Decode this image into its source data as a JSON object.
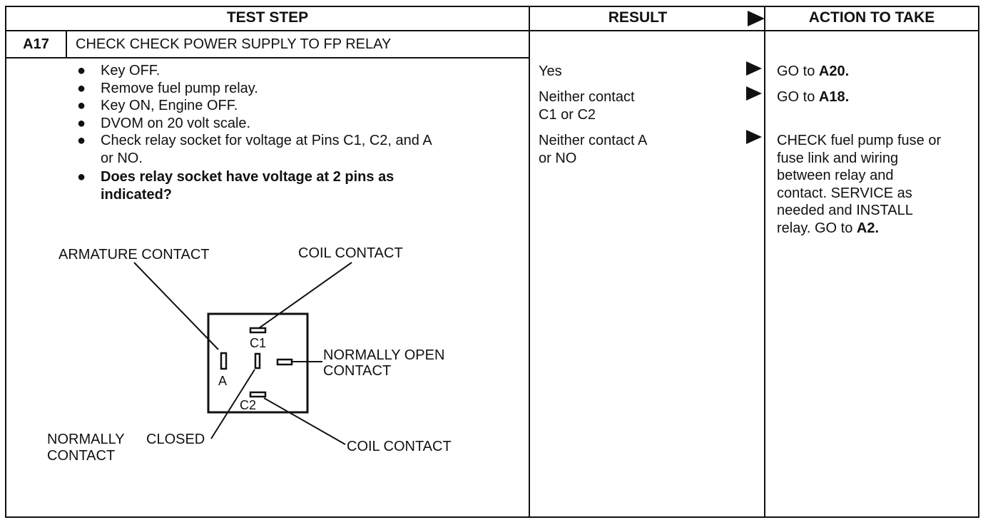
{
  "header": {
    "test_step": "TEST STEP",
    "result": "RESULT",
    "action": "ACTION TO TAKE"
  },
  "step": {
    "id": "A17",
    "title": "CHECK CHECK POWER SUPPLY TO FP RELAY",
    "bullets": [
      "Key OFF.",
      "Remove fuel pump relay.",
      "Key ON, Engine OFF.",
      "DVOM on 20 volt scale.",
      "Check relay socket for voltage at Pins C1, C2, and A",
      "or NO.",
      "Does relay socket have voltage at 2 pins as",
      "indicated?"
    ]
  },
  "diagram": {
    "armature_contact": "ARMATURE CONTACT",
    "coil_contact_top": "COIL CONTACT",
    "normally_open_1": "NORMALLY OPEN",
    "normally_open_2": "CONTACT",
    "coil_contact_bottom": "COIL CONTACT",
    "normally_closed_1": "NORMALLY",
    "normally_closed_2": "CONTACT",
    "closed": "CLOSED",
    "pin_c1": "C1",
    "pin_c2": "C2",
    "pin_a": "A"
  },
  "results": {
    "r1": "Yes",
    "r2_line1": "Neither contact",
    "r2_line2": "C1 or C2",
    "r3_line1": "Neither contact A",
    "r3_line2": "or NO"
  },
  "actions": {
    "a1_prefix": "GO to ",
    "a1_target": "A20.",
    "a2_prefix": "GO to ",
    "a2_target": "A18.",
    "a3_lines": [
      "CHECK fuel pump fuse or",
      "fuse link and wiring",
      "between relay and",
      "contact. SERVICE as",
      "needed and INSTALL"
    ],
    "a3_last_prefix": "relay. GO to ",
    "a3_last_target": "A2."
  }
}
